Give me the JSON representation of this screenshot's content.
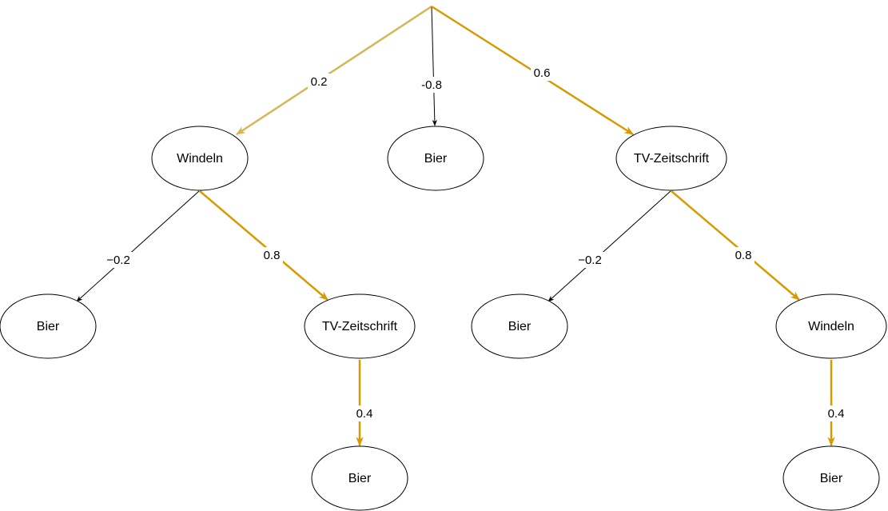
{
  "colors": {
    "highlight": "#d79b00",
    "highlight_light": "#d6b656",
    "normal": "#000000"
  },
  "nodes": [
    {
      "id": "n1",
      "label": "Windeln"
    },
    {
      "id": "n2",
      "label": "Bier"
    },
    {
      "id": "n3",
      "label": "TV-Zeitschrift"
    },
    {
      "id": "n4",
      "label": "Bier"
    },
    {
      "id": "n5",
      "label": "TV-Zeitschrift"
    },
    {
      "id": "n6",
      "label": "Bier"
    },
    {
      "id": "n7",
      "label": "Windeln"
    },
    {
      "id": "n8",
      "label": "Bier"
    },
    {
      "id": "n9",
      "label": "Bier"
    }
  ],
  "edges": [
    {
      "from": "root",
      "to": "n1",
      "label": "0.2",
      "style": "highlight_light"
    },
    {
      "from": "root",
      "to": "n2",
      "label": "-0.8",
      "style": "normal"
    },
    {
      "from": "root",
      "to": "n3",
      "label": "0.6",
      "style": "highlight"
    },
    {
      "from": "n1",
      "to": "n4",
      "label": "−0.2",
      "style": "normal"
    },
    {
      "from": "n1",
      "to": "n5",
      "label": "0.8",
      "style": "highlight"
    },
    {
      "from": "n3",
      "to": "n6",
      "label": "−0.2",
      "style": "normal"
    },
    {
      "from": "n3",
      "to": "n7",
      "label": "0.8",
      "style": "highlight"
    },
    {
      "from": "n5",
      "to": "n8",
      "label": "0.4",
      "style": "highlight"
    },
    {
      "from": "n7",
      "to": "n9",
      "label": "0.4",
      "style": "highlight"
    }
  ]
}
